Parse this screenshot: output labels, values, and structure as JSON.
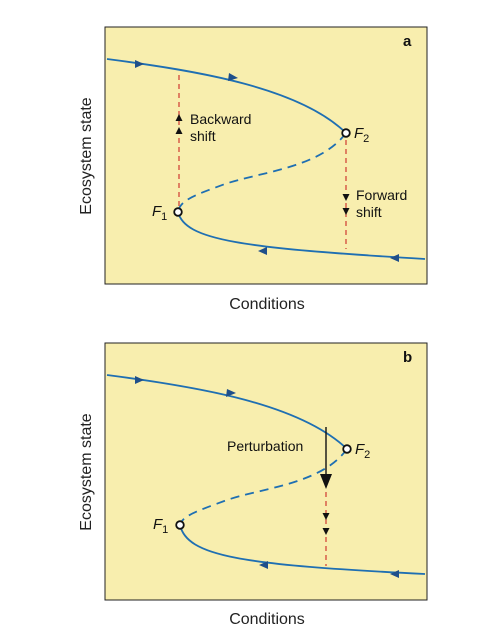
{
  "colors": {
    "panel_bg": "#f8eeae",
    "curve": "#1f6fb2",
    "dashed_shift": "#d2473b",
    "point_fill": "#ffffff",
    "text": "#111111"
  },
  "panel_a": {
    "letter": "a",
    "xlabel": "Conditions",
    "ylabel": "Ecosystem state",
    "backward_shift": {
      "line1": "Backward",
      "line2": "shift"
    },
    "forward_shift": {
      "line1": "Forward",
      "line2": "shift"
    },
    "point_f1": {
      "letter": "F",
      "sub": "1"
    },
    "point_f2": {
      "letter": "F",
      "sub": "2"
    }
  },
  "panel_b": {
    "letter": "b",
    "xlabel": "Conditions",
    "ylabel": "Ecosystem state",
    "perturbation": "Perturbation",
    "point_f1": {
      "letter": "F",
      "sub": "1"
    },
    "point_f2": {
      "letter": "F",
      "sub": "2"
    }
  }
}
